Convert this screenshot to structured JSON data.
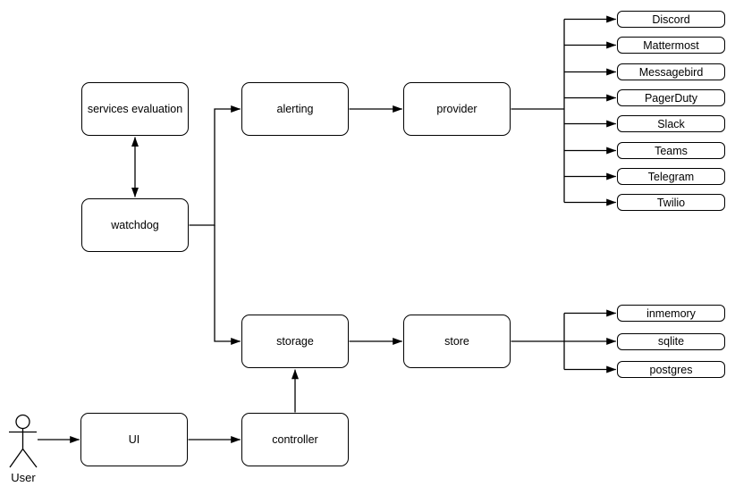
{
  "diagram": {
    "background": "#ffffff",
    "stroke_color": "#000000",
    "text_color": "#000000",
    "nodes": {
      "services_evaluation": "services evaluation",
      "watchdog": "watchdog",
      "alerting": "alerting",
      "provider": "provider",
      "storage": "storage",
      "store": "store",
      "ui": "UI",
      "controller": "controller"
    },
    "providers": [
      "Discord",
      "Mattermost",
      "Messagebird",
      "PagerDuty",
      "Slack",
      "Teams",
      "Telegram",
      "Twilio"
    ],
    "stores": [
      "inmemory",
      "sqlite",
      "postgres"
    ],
    "actor_label": "User",
    "edges": [
      {
        "from": "services evaluation",
        "to": "watchdog",
        "arrows": "both"
      },
      {
        "from": "watchdog",
        "to": "alerting",
        "arrows": "end"
      },
      {
        "from": "watchdog",
        "to": "storage",
        "arrows": "end"
      },
      {
        "from": "alerting",
        "to": "provider",
        "arrows": "end"
      },
      {
        "from": "provider",
        "to": "Discord",
        "arrows": "end"
      },
      {
        "from": "provider",
        "to": "Mattermost",
        "arrows": "end"
      },
      {
        "from": "provider",
        "to": "Messagebird",
        "arrows": "end"
      },
      {
        "from": "provider",
        "to": "PagerDuty",
        "arrows": "end"
      },
      {
        "from": "provider",
        "to": "Slack",
        "arrows": "end"
      },
      {
        "from": "provider",
        "to": "Teams",
        "arrows": "end"
      },
      {
        "from": "provider",
        "to": "Telegram",
        "arrows": "end"
      },
      {
        "from": "provider",
        "to": "Twilio",
        "arrows": "end"
      },
      {
        "from": "storage",
        "to": "store",
        "arrows": "end"
      },
      {
        "from": "store",
        "to": "inmemory",
        "arrows": "end"
      },
      {
        "from": "store",
        "to": "sqlite",
        "arrows": "end"
      },
      {
        "from": "store",
        "to": "postgres",
        "arrows": "end"
      },
      {
        "from": "User",
        "to": "UI",
        "arrows": "end"
      },
      {
        "from": "UI",
        "to": "controller",
        "arrows": "end"
      },
      {
        "from": "controller",
        "to": "storage",
        "arrows": "end"
      }
    ]
  }
}
